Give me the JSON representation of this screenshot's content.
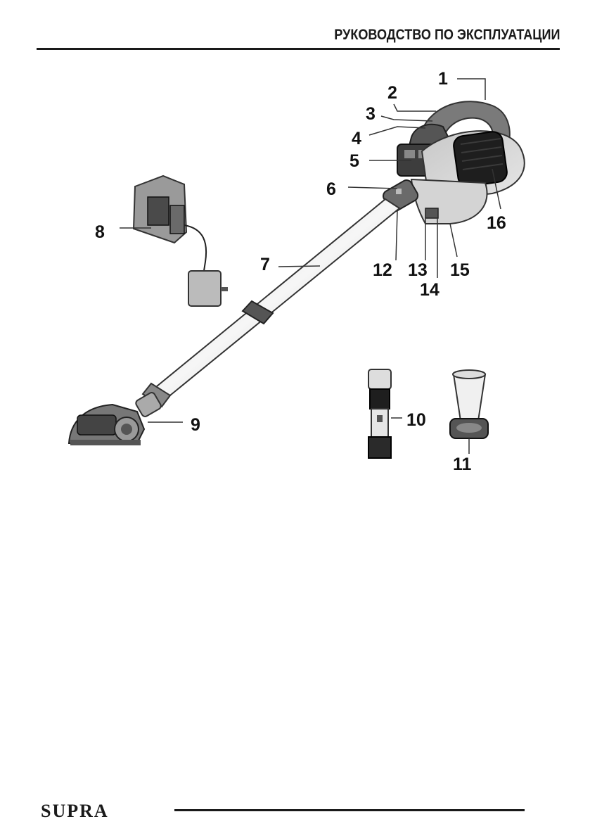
{
  "header": {
    "title": "РУКОВОДСТВО ПО ЭКСПЛУАТАЦИИ"
  },
  "diagram": {
    "callouts": [
      "1",
      "2",
      "3",
      "4",
      "5",
      "6",
      "7",
      "8",
      "9",
      "10",
      "11",
      "12",
      "13",
      "14",
      "15",
      "16"
    ]
  },
  "footer": {
    "brand": "SUPRA"
  }
}
